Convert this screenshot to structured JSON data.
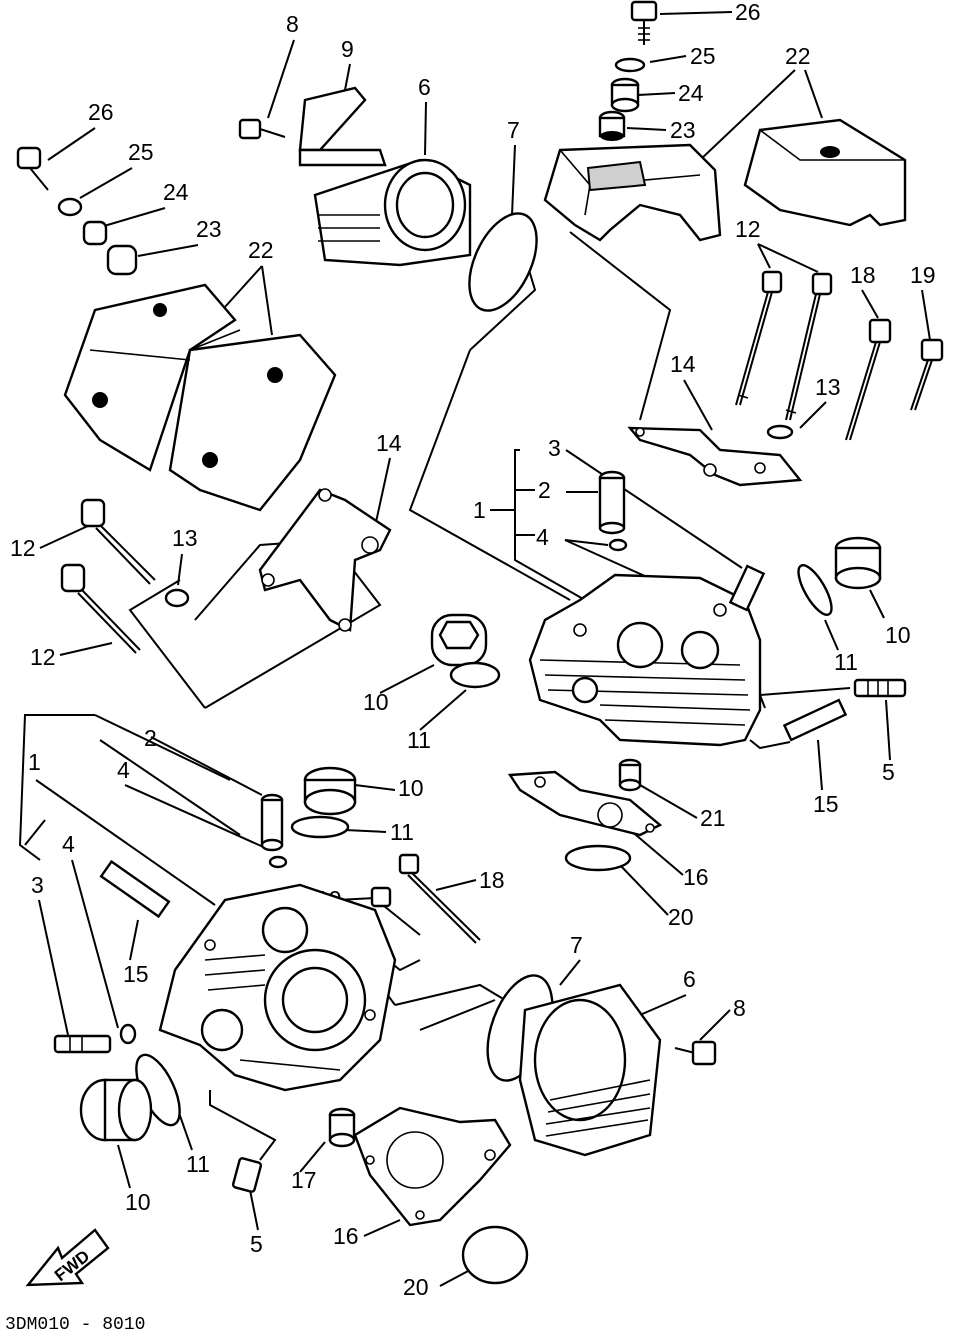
{
  "diagram": {
    "drawing_code": "3DM010 - 8010",
    "fwd_arrow_text": "FWD",
    "labels": {
      "l26_top": "26",
      "l25_top": "25",
      "l24_top": "24",
      "l23_top": "23",
      "l22_top": "22",
      "l12_top": "12",
      "l18_top": "18",
      "l19_top": "19",
      "l14_rear": "14",
      "l13_rear": "13",
      "l3_rear": "3",
      "l2_rear": "2",
      "l1_rear": "1",
      "l4_rear": "4",
      "l10_rear_right": "10",
      "l11_rear_right": "11",
      "l10_rear_mid": "10",
      "l11_rear_mid": "11",
      "l5_rear": "5",
      "l15_rear": "15",
      "l21": "21",
      "l16_rear": "16",
      "l20_rear": "20",
      "l8_top": "8",
      "l9": "9",
      "l6_top": "6",
      "l7_top": "7",
      "l26_left": "26",
      "l25_left": "25",
      "l24_left": "24",
      "l23_left": "23",
      "l22_left": "22",
      "l14_front": "14",
      "l13_front": "13",
      "l12_front_a": "12",
      "l12_front_b": "12",
      "l2_front": "2",
      "l1_front": "1",
      "l4_front_a": "4",
      "l4_front_b": "4",
      "l3_front": "3",
      "l10_front_top": "10",
      "l11_front_top": "11",
      "l19_front": "19",
      "l18_front": "18",
      "l15_front": "15",
      "l7_bottom": "7",
      "l6_bottom": "6",
      "l8_bottom": "8",
      "l11_front_bottom": "11",
      "l10_front_bottom": "10",
      "l5_front": "5",
      "l17": "17",
      "l16_front": "16",
      "l20_front": "20"
    }
  }
}
